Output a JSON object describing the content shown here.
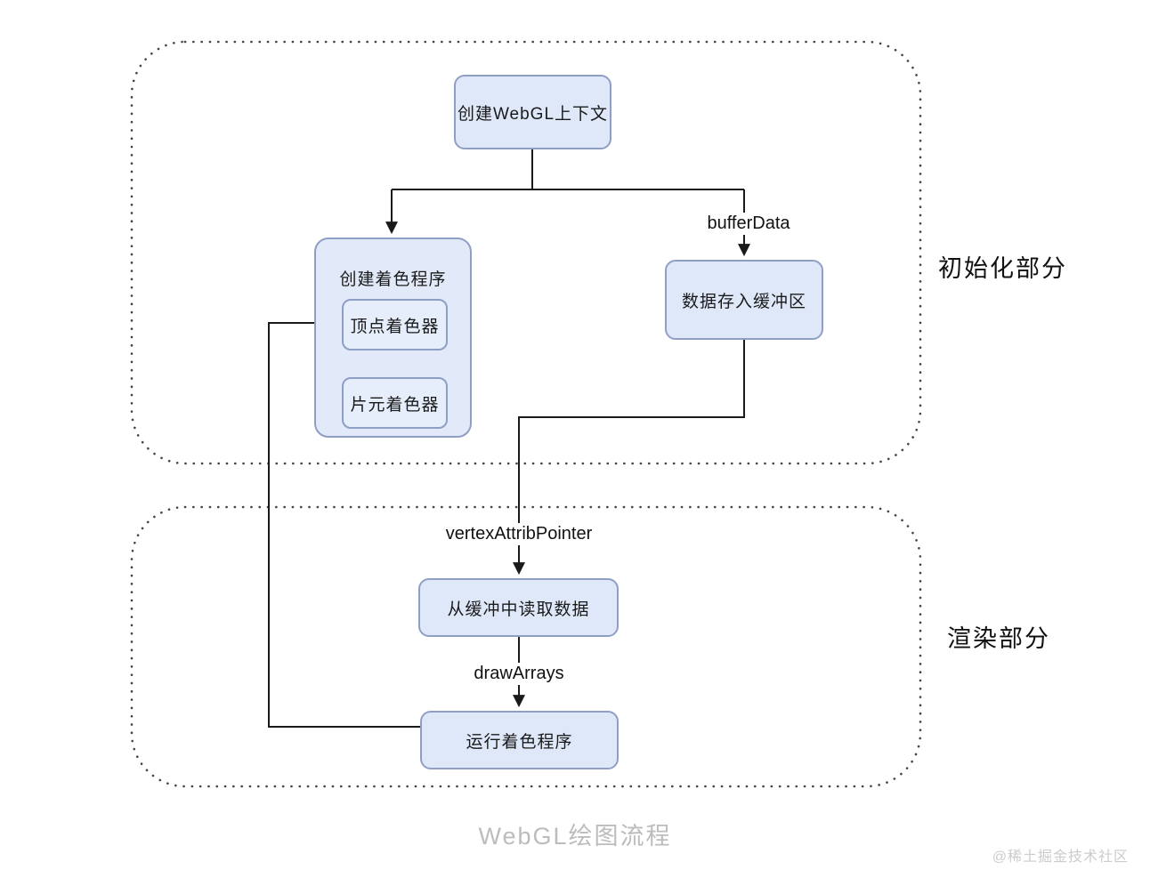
{
  "diagram": {
    "caption": "WebGL绘图流程",
    "watermark": "@稀土掘金技术社区",
    "regions": {
      "init": {
        "label": "初始化部分"
      },
      "render": {
        "label": "渲染部分"
      }
    },
    "nodes": {
      "create_context": {
        "label": "创建WebGL上下文"
      },
      "shader_program": {
        "label": "创建着色程序"
      },
      "vertex_shader": {
        "label": "顶点着色器"
      },
      "fragment_shader": {
        "label": "片元着色器"
      },
      "store_buffer": {
        "label": "数据存入缓冲区"
      },
      "read_buffer": {
        "label": "从缓冲中读取数据"
      },
      "run_program": {
        "label": "运行着色程序"
      }
    },
    "edges": {
      "buffer_data": {
        "label": "bufferData"
      },
      "vertex_attrib_pointer": {
        "label": "vertexAttribPointer"
      },
      "draw_arrays": {
        "label": "drawArrays"
      }
    },
    "colors": {
      "node_fill": "#dfe8f9",
      "node_border": "#8f9fc4",
      "connector": "#1a1a1a",
      "region_dots": "#444444",
      "caption_text": "#bcbcbc",
      "watermark_text": "#cccccc"
    }
  }
}
